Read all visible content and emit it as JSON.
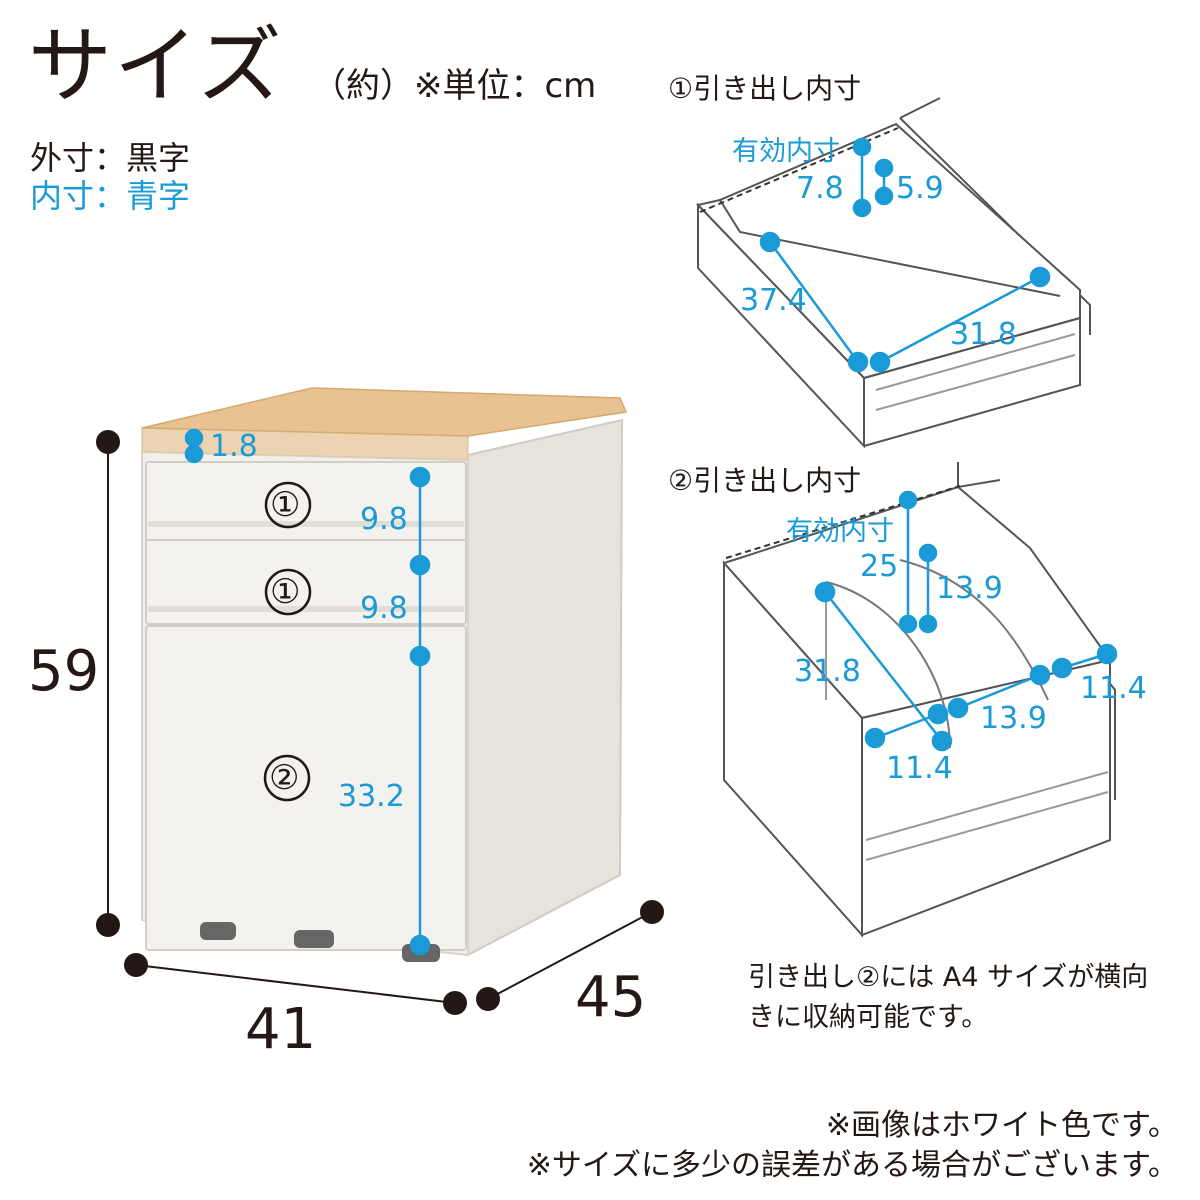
{
  "header": {
    "title": "サイズ",
    "unit_note": "（約）※単位：cm",
    "legend_outer": "外寸：黒字",
    "legend_inner": "内寸：青字"
  },
  "cabinet": {
    "height": "59",
    "width": "41",
    "depth": "45",
    "top_thickness": "1.8",
    "drawers": [
      {
        "mark": "①",
        "inner_height": "9.8"
      },
      {
        "mark": "①",
        "inner_height": "9.8"
      },
      {
        "mark": "②",
        "inner_height": "33.2"
      }
    ]
  },
  "drawer1": {
    "label": "①引き出し内寸",
    "effective_label": "有効内寸",
    "height_total": "7.8",
    "height_effective": "5.9",
    "depth": "37.4",
    "width": "31.8"
  },
  "drawer2": {
    "label": "②引き出し内寸",
    "effective_label": "有効内寸",
    "height_total": "25",
    "height_effective": "13.9",
    "depth": "31.8",
    "front_section": "11.4",
    "middle_section": "13.9",
    "back_section": "11.4"
  },
  "notes": {
    "a4": "引き出し②には A4 サイズが横向きに収納可能です。",
    "footnote_1": "※画像はホワイト色です。",
    "footnote_2": "※サイズに多少の誤差がある場合がございます。"
  },
  "colors": {
    "text": "#231815",
    "inner_dimension": "#1a9ad6",
    "wood_top": "#e8c391",
    "cabinet_body": "#f1efea"
  }
}
